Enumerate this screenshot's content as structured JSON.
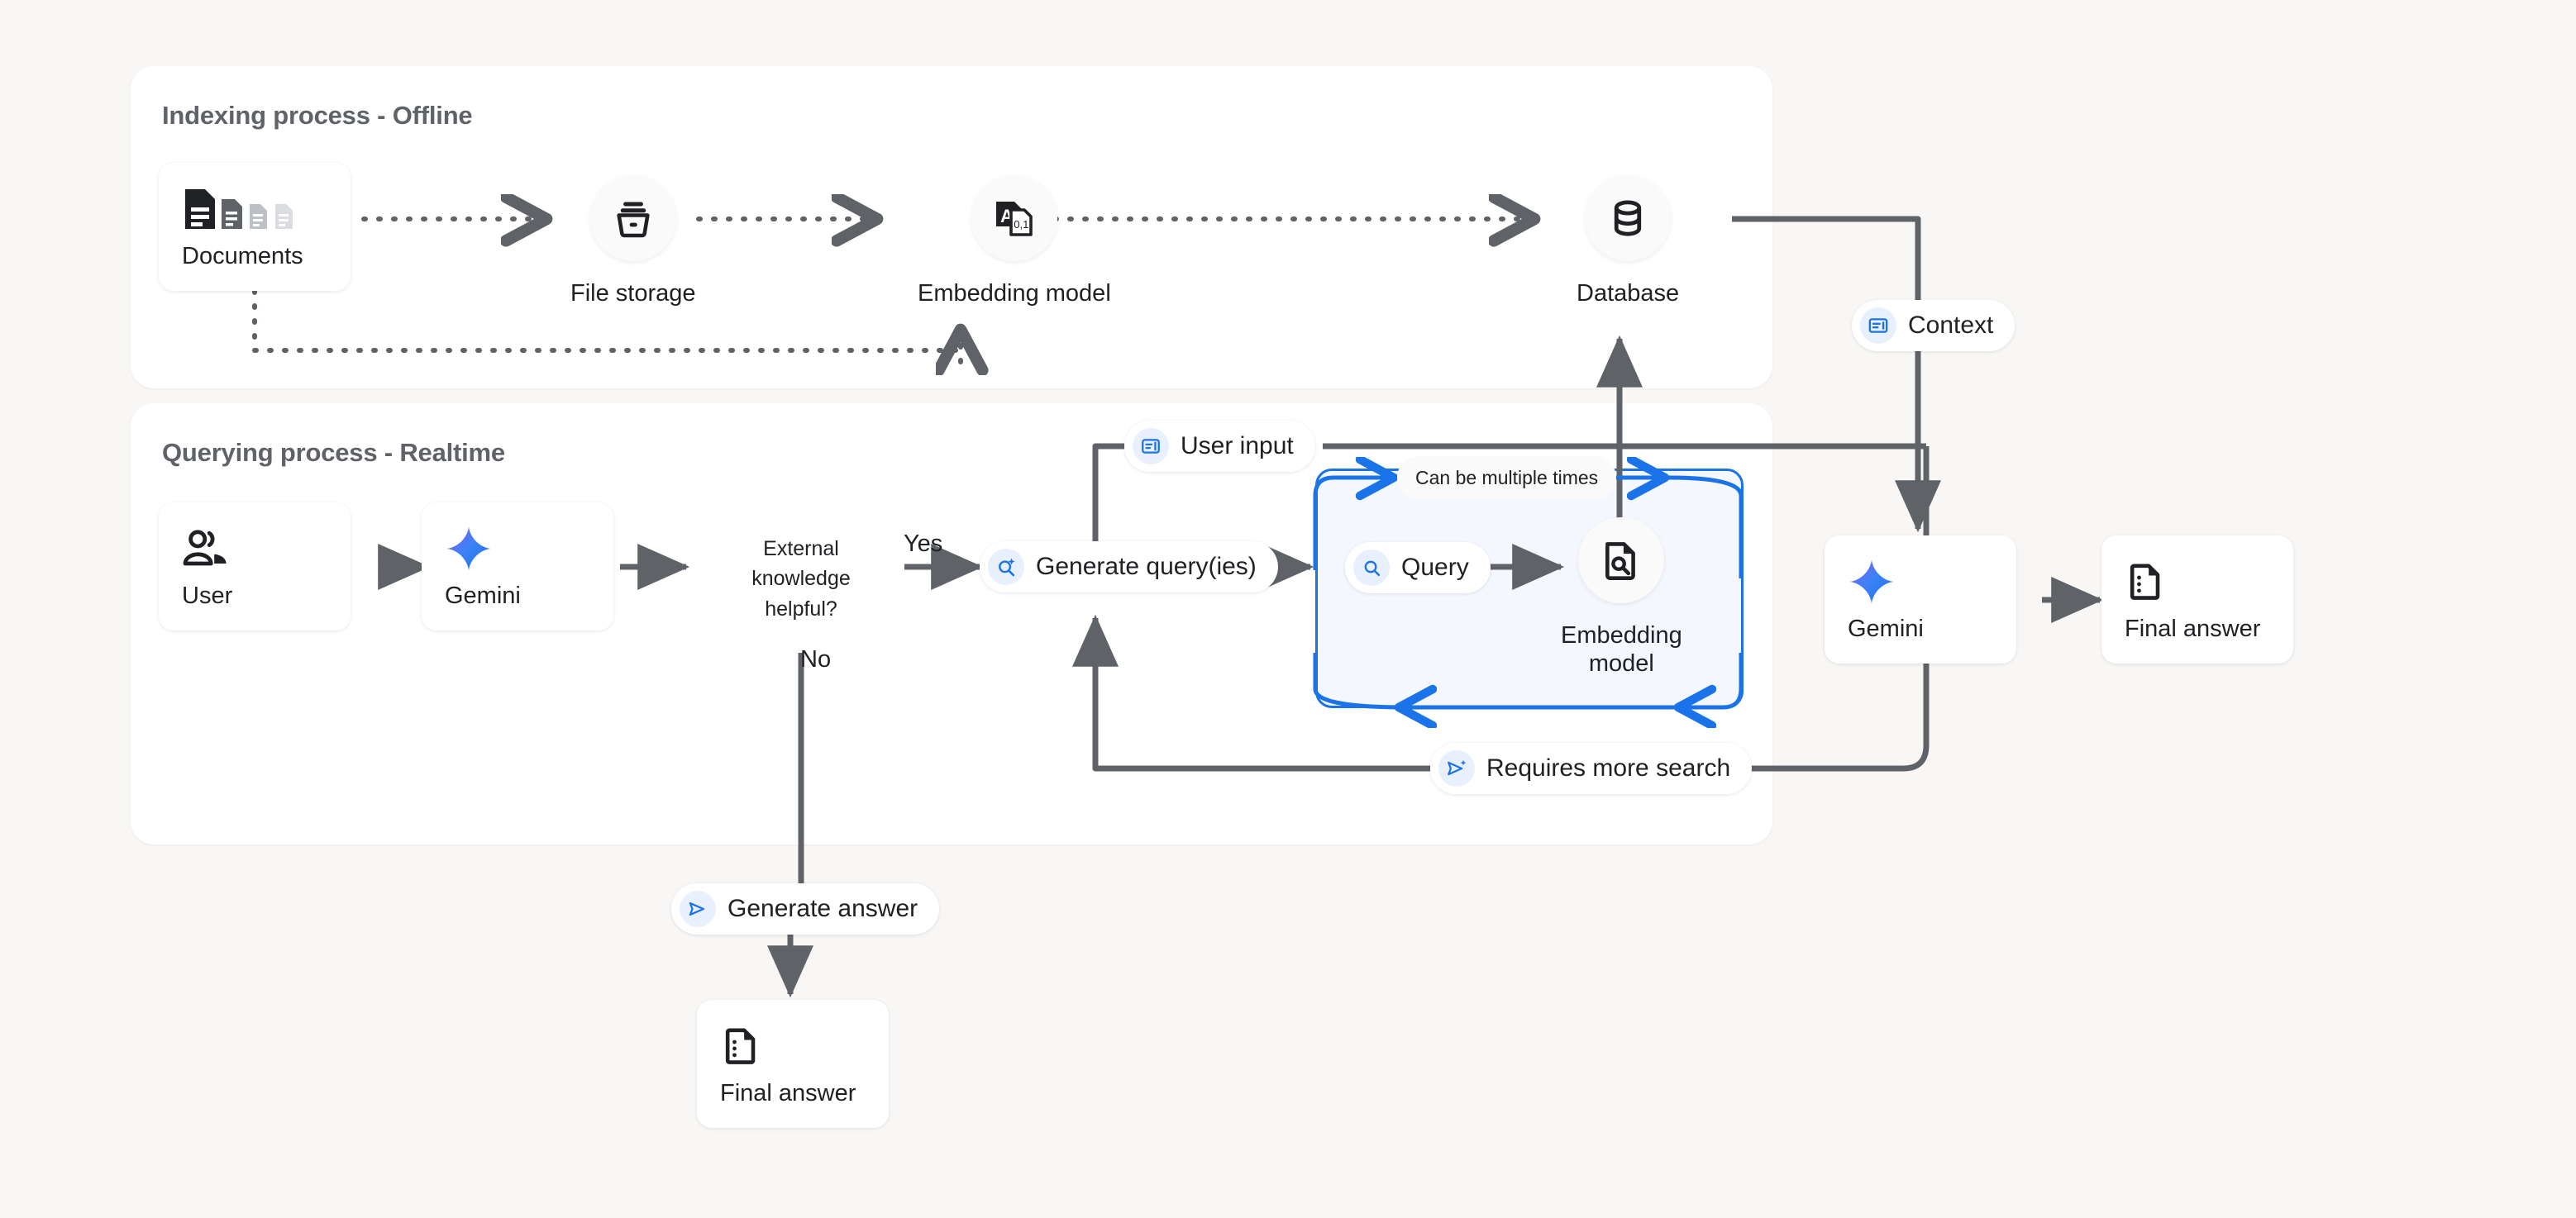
{
  "page": {
    "background": "#f8f7f5",
    "accent_blue": "#1a73e8",
    "line_color": "#5f6368"
  },
  "panels": [
    {
      "id": "indexing",
      "title": "Indexing process - Offline"
    },
    {
      "id": "querying",
      "title": "Querying process - Realtime"
    }
  ],
  "indexing": {
    "documents": {
      "label": "Documents",
      "icon": "documents-icon"
    },
    "file_storage": {
      "label": "File storage",
      "icon": "file-storage-icon"
    },
    "embedding_model": {
      "label": "Embedding model",
      "icon": "embedding-model-icon"
    },
    "database": {
      "label": "Database",
      "icon": "database-icon"
    }
  },
  "querying": {
    "user": {
      "label": "User",
      "icon": "user-icon"
    },
    "gemini": {
      "label": "Gemini",
      "icon": "gemini-sparkle-icon"
    },
    "decision": {
      "line1": "External",
      "line2": "knowledge",
      "line3": "helpful?"
    },
    "yes_label": "Yes",
    "no_label": "No",
    "generate_queries": {
      "label": "Generate query(ies)",
      "icon": "search-sparkle-icon"
    },
    "user_input": {
      "label": "User input",
      "icon": "input-icon"
    },
    "query": {
      "label": "Query",
      "icon": "search-icon"
    },
    "loop_note": "Can be multiple times",
    "inner_embedding_model": {
      "line1": "Embedding",
      "line2": "model",
      "icon": "document-search-icon"
    },
    "requires_more_search": {
      "label": "Requires more search",
      "icon": "send-sparkle-icon"
    },
    "generate_answer": {
      "label": "Generate answer",
      "icon": "send-icon"
    },
    "context": {
      "label": "Context",
      "icon": "context-icon"
    }
  },
  "outputs": {
    "gemini_final": {
      "label": "Gemini",
      "icon": "gemini-sparkle-icon"
    },
    "final_answer_right": {
      "label": "Final answer",
      "icon": "answer-doc-icon"
    },
    "final_answer_bottom": {
      "label": "Final answer",
      "icon": "answer-doc-icon"
    }
  }
}
